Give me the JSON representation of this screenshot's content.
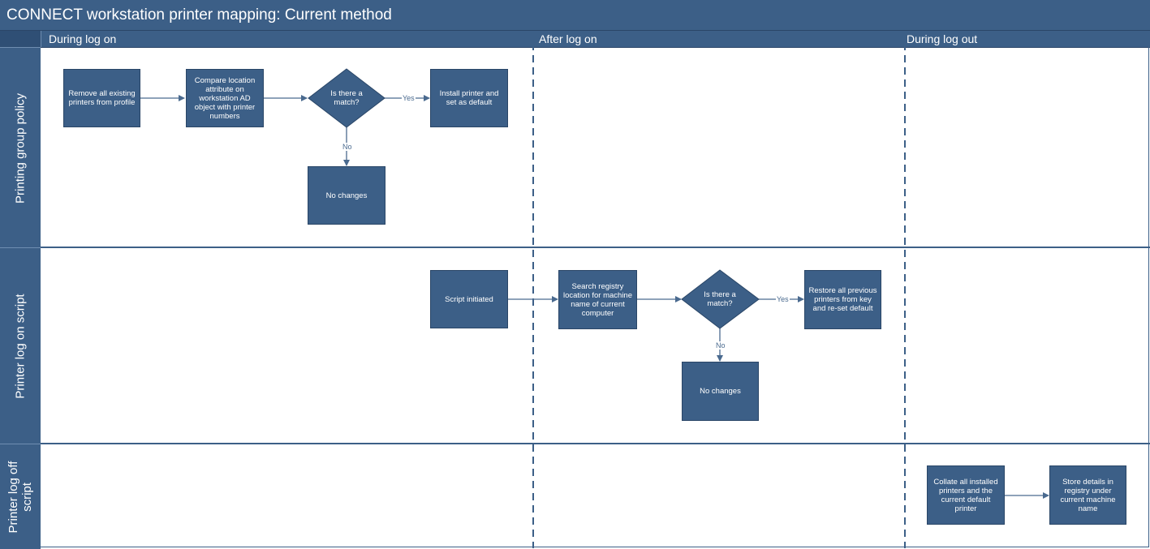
{
  "title": "CONNECT workstation printer mapping: Current method",
  "phases": [
    "During log on",
    "After log on",
    "During log out"
  ],
  "lanes": [
    "Printing group policy",
    "Printer log on script",
    "Printer log off\nscript"
  ],
  "nodes": {
    "remove_printers": "Remove all existing printers from profile",
    "compare_location": "Compare location attribute on workstation AD object with printer numbers",
    "match1": "Is there a match?",
    "install_printer": "Install printer and set as default",
    "no_changes1": "No changes",
    "script_initiated": "Script initiated",
    "search_registry": "Search registry location for machine name of current computer",
    "match2": "Is there a match?",
    "restore_printers": "Restore all previous printers from key and re-set default",
    "no_changes2": "No changes",
    "collate_printers": "Collate all installed printers and the current default printer",
    "store_details": "Store details in registry under current machine name"
  },
  "edge_labels": {
    "yes1": "Yes",
    "no1": "No",
    "yes2": "Yes",
    "no2": "No"
  },
  "colors": {
    "shape_fill": "#3c5f87",
    "header": "#3c5f87",
    "connector": "#4a6a8f"
  }
}
